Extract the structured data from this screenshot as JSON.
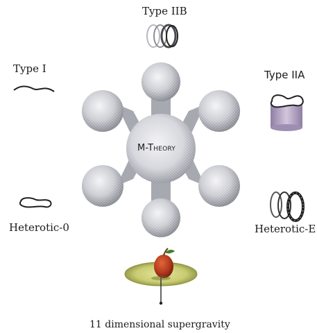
{
  "center_label": "M-Theory",
  "limits": {
    "type_iib": "Type IIB",
    "type_i": "Type I",
    "type_iia": "Type IIA",
    "heterotic_o": "Heterotic-0",
    "heterotic_e": "Heterotic-E",
    "supergravity_11d": "11 dimensional supergravity"
  },
  "colors": {
    "sphere_light": "#eeeef2",
    "sphere_dark": "#7d7f88",
    "cylinder": "#b9a8c8",
    "apple": "#b43a1e",
    "disk": "#c9cc72"
  }
}
